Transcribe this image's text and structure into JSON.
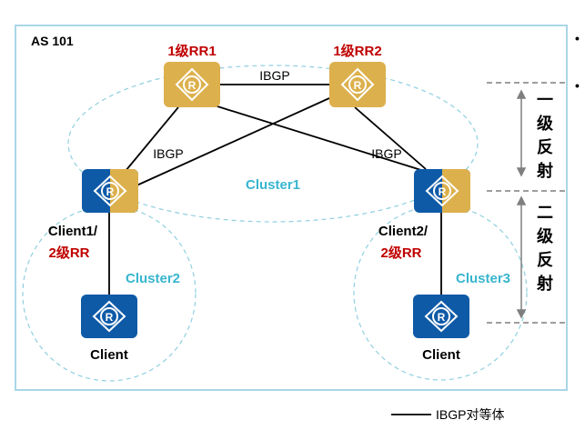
{
  "as_label": "AS 101",
  "nodes": {
    "rr1_label": "1级RR1",
    "rr2_label": "1级RR2",
    "client1_line1": "Client1/",
    "client1_line2": "2级RR",
    "client2_line1": "Client2/",
    "client2_line2": "2级RR",
    "client_left": "Client",
    "client_right": "Client",
    "router_glyph": "R"
  },
  "links": {
    "ibgp_top": "IBGP",
    "ibgp_left": "IBGP",
    "ibgp_right": "IBGP"
  },
  "clusters": {
    "cluster1": "Cluster1",
    "cluster2": "Cluster2",
    "cluster3": "Cluster3"
  },
  "levels": {
    "level1": [
      "一",
      "级",
      "反",
      "射"
    ],
    "level2": [
      "二",
      "级",
      "反",
      "射"
    ]
  },
  "bullets": [
    "•",
    "•"
  ],
  "legend": {
    "label": "IBGP对等体"
  },
  "colors": {
    "border": "#a9d6e6",
    "cluster_dash": "#8fd0df",
    "cluster_text": "#38b5cf",
    "router_blue": "#0e5aa7",
    "router_gold": "#dcb04c",
    "label_red": "#c00000",
    "line": "#000000",
    "axis_arrow": "#7f7f7f"
  },
  "icons": [
    "router-icon",
    "router-icon",
    "router-icon",
    "router-icon",
    "router-icon",
    "router-icon"
  ]
}
